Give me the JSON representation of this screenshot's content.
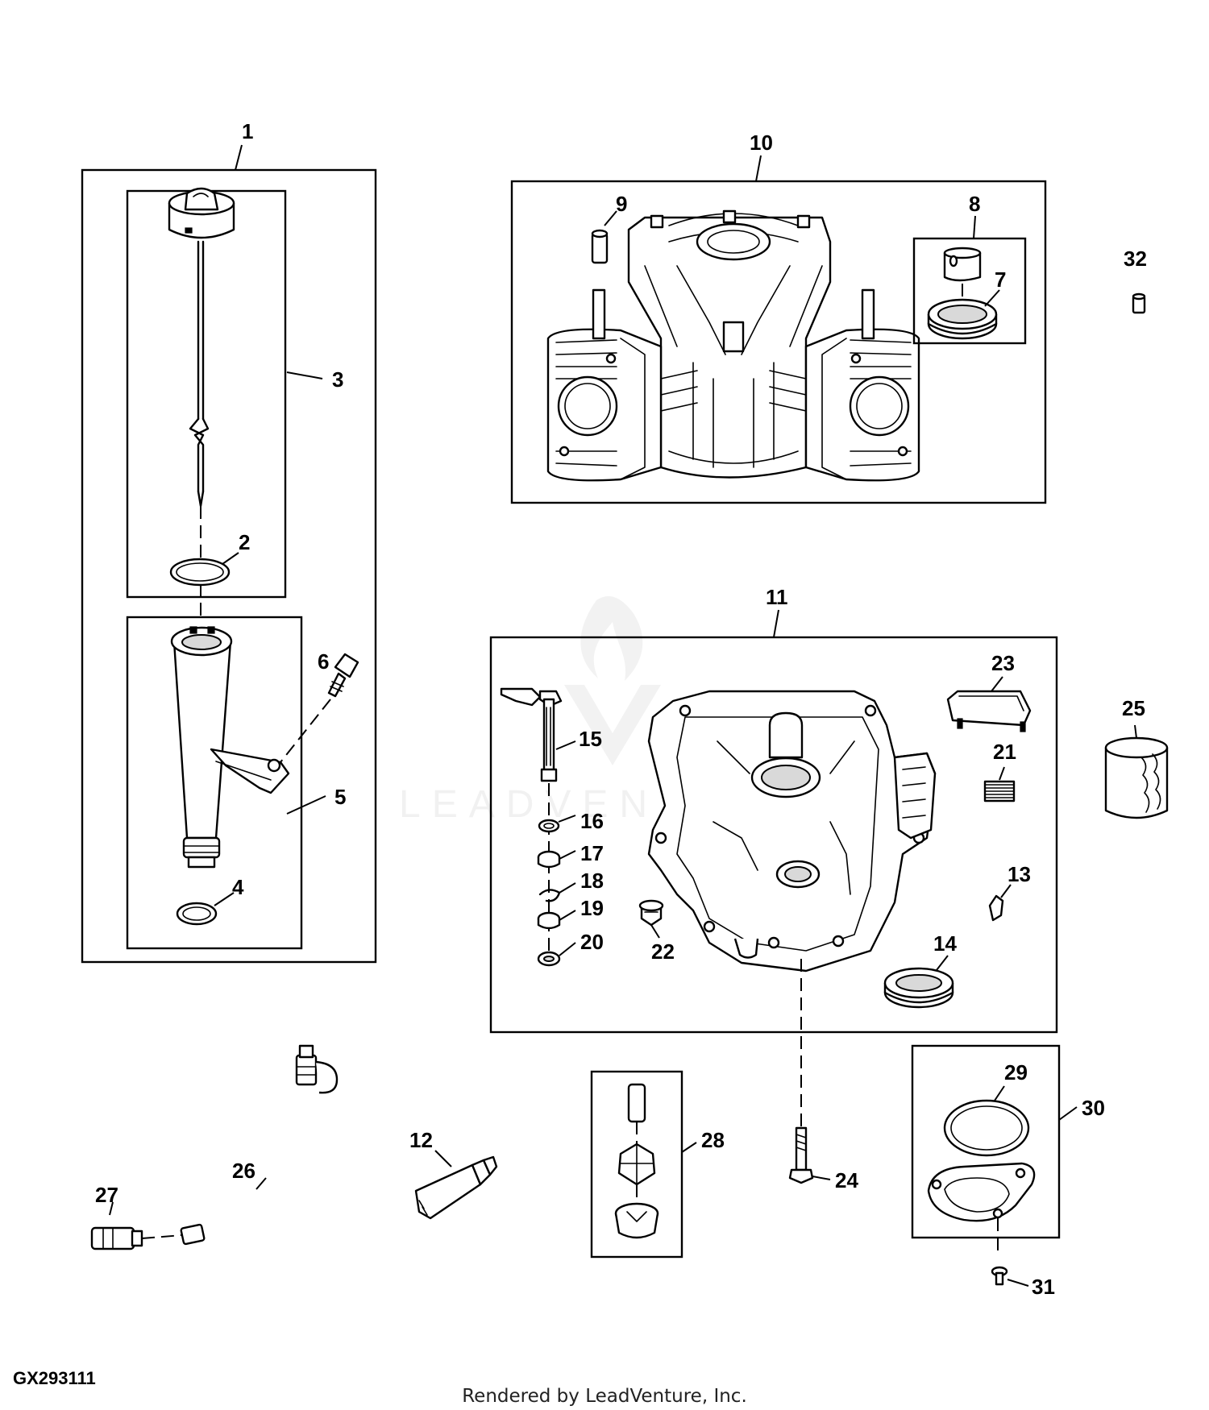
{
  "figure_id": "GX293111",
  "footer_text": "Rendered by LeadVenture, Inc.",
  "watermark_text": "LEADVENTURE",
  "callouts": {
    "c1": "1",
    "c2": "2",
    "c3": "3",
    "c4": "4",
    "c5": "5",
    "c6": "6",
    "c7": "7",
    "c8": "8",
    "c9": "9",
    "c10": "10",
    "c11": "11",
    "c12": "12",
    "c13": "13",
    "c14": "14",
    "c15": "15",
    "c16": "16",
    "c17": "17",
    "c18": "18",
    "c19": "19",
    "c20": "20",
    "c21": "21",
    "c22": "22",
    "c23": "23",
    "c24": "24",
    "c25": "25",
    "c26": "26",
    "c27": "27",
    "c28": "28",
    "c29": "29",
    "c30": "30",
    "c31": "31",
    "c32": "32"
  }
}
